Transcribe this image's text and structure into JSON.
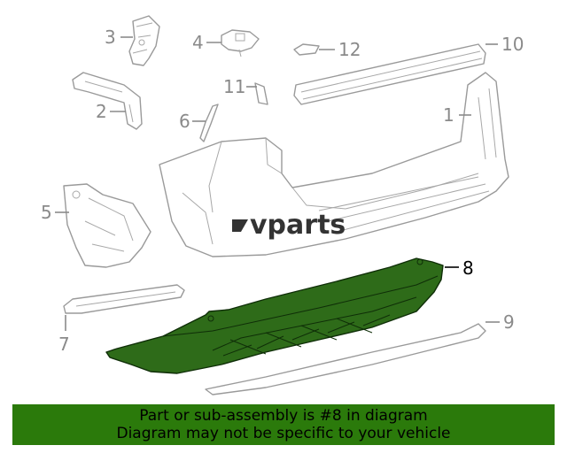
{
  "diagram": {
    "callouts": {
      "c1": "1",
      "c2": "2",
      "c3": "3",
      "c4": "4",
      "c5": "5",
      "c6": "6",
      "c7": "7",
      "c8": "8",
      "c9": "9",
      "c10": "10",
      "c11": "11",
      "c12": "12"
    },
    "highlighted_part": "8",
    "watermark": "vparts",
    "colors": {
      "highlight": "#2e6b19",
      "banner": "#2b7a0b",
      "line": "#9a9a9a",
      "text_muted": "#8a8a8a"
    }
  },
  "banner": {
    "line1": "Part or sub-assembly is #8 in diagram",
    "line2": "Diagram may not be specific to your vehicle"
  }
}
